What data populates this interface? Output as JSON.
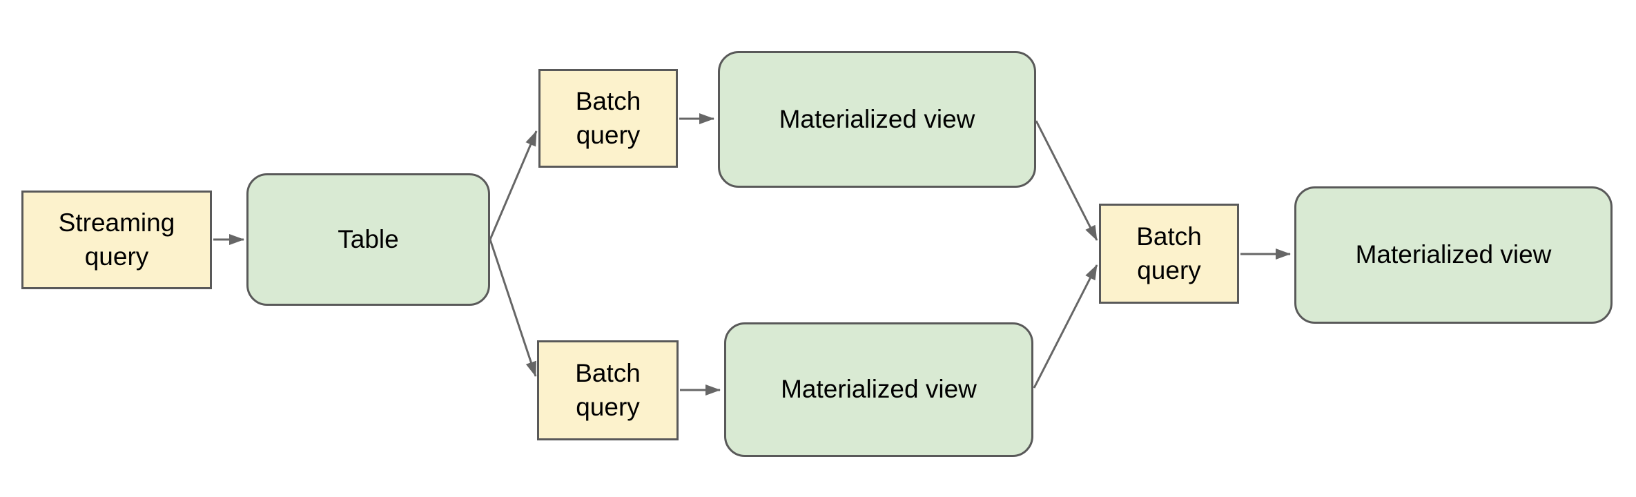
{
  "diagram": {
    "colors": {
      "background": "#ffffff",
      "query_fill": "#fcf2cc",
      "table_fill": "#d9ead3",
      "border": "#595959",
      "connector": "#666666",
      "text": "#000000"
    },
    "nodes": {
      "streaming_query": {
        "label": "Streaming query",
        "kind": "query"
      },
      "table": {
        "label": "Table",
        "kind": "store"
      },
      "batch_query_top": {
        "label": "Batch query",
        "kind": "query"
      },
      "mv_top": {
        "label": "Materialized view",
        "kind": "store"
      },
      "batch_query_bottom": {
        "label": "Batch query",
        "kind": "query"
      },
      "mv_bottom": {
        "label": "Materialized view",
        "kind": "store"
      },
      "batch_query_right": {
        "label": "Batch query",
        "kind": "query"
      },
      "mv_right": {
        "label": "Materialized view",
        "kind": "store"
      }
    },
    "edges": [
      {
        "from": "streaming_query",
        "to": "table"
      },
      {
        "from": "table",
        "to": "batch_query_top"
      },
      {
        "from": "table",
        "to": "batch_query_bottom"
      },
      {
        "from": "batch_query_top",
        "to": "mv_top"
      },
      {
        "from": "batch_query_bottom",
        "to": "mv_bottom"
      },
      {
        "from": "mv_top",
        "to": "batch_query_right"
      },
      {
        "from": "mv_bottom",
        "to": "batch_query_right"
      },
      {
        "from": "batch_query_right",
        "to": "mv_right"
      }
    ]
  }
}
